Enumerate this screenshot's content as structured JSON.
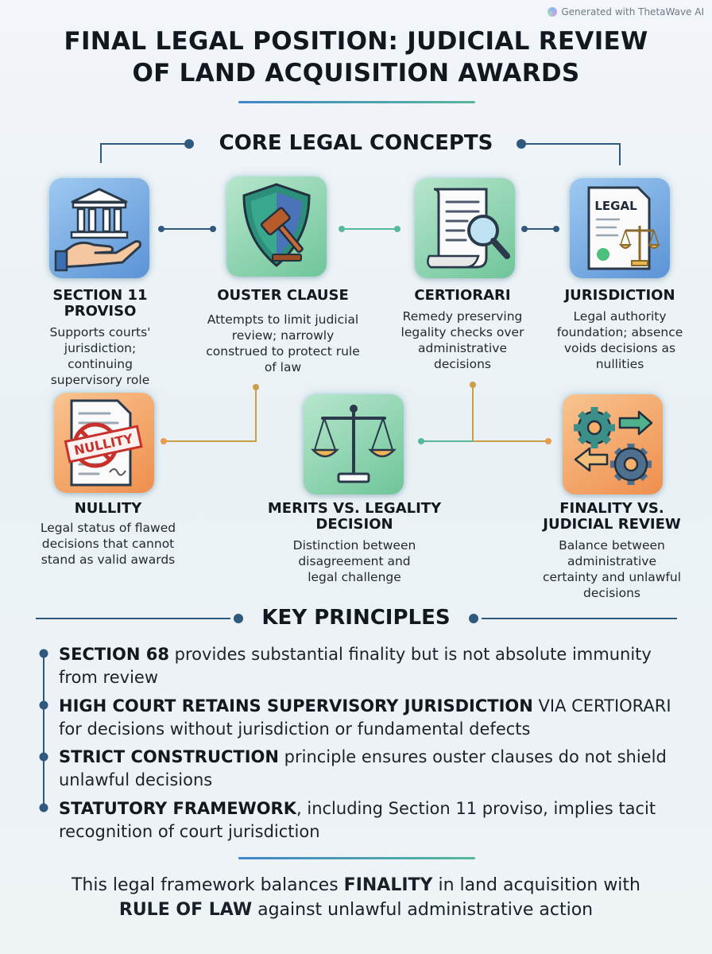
{
  "watermark": "Generated with ThetaWave AI",
  "title": {
    "line1": "FINAL LEGAL POSITION: JUDICIAL REVIEW",
    "line2": "OF LAND ACQUISITION AWARDS"
  },
  "core_heading": "CORE LEGAL CONCEPTS",
  "concepts": [
    {
      "title": "SECTION 11 PROVISO",
      "desc": "Supports courts' jurisdiction; continuing supervisory role",
      "icon": "bank-hand-icon"
    },
    {
      "title": "OUSTER CLAUSE",
      "desc": "Attempts to limit judicial review; narrowly construed to protect rule of law",
      "icon": "shield-gavel-icon"
    },
    {
      "title": "CERTIORARI",
      "desc": "Remedy preserving legality checks over administrative decisions",
      "icon": "scroll-magnifier-icon"
    },
    {
      "title": "JURISDICTION",
      "desc": "Legal authority foundation; absence voids decisions as nullities",
      "icon": "legal-document-scales-icon",
      "icon_text": "LEGAL"
    },
    {
      "title": "NULLITY",
      "desc": "Legal status of flawed decisions that cannot stand as valid awards",
      "icon": "nullity-stamp-icon",
      "icon_text": "NULLITY"
    },
    {
      "title": "MERITS VS. LEGALITY DECISION",
      "desc": "Distinction between disagreement and legal challenge",
      "icon": "scales-icon"
    },
    {
      "title": "FINALITY VS. JUDICIAL REVIEW",
      "desc": "Balance between administrative certainty and unlawful decisions",
      "icon": "gears-arrows-icon"
    }
  ],
  "principles_heading": "KEY PRINCIPLES",
  "principles": [
    {
      "bold": "SECTION 68",
      "rest": " provides substantial finality but is not absolute immunity from review"
    },
    {
      "bold": "HIGH COURT RETAINS SUPERVISORY JURISDICTION",
      "rest": " VIA CERTIORARI for decisions without jurisdiction or fundamental defects"
    },
    {
      "bold": "STRICT CONSTRUCTION",
      "rest": " principle ensures ouster clauses do not shield unlawful decisions"
    },
    {
      "bold": "STATUTORY FRAMEWORK",
      "rest": ", including Section 11 proviso, implies tacit recognition of court jurisdiction"
    }
  ],
  "closing": {
    "part1": "This legal framework balances ",
    "bold1": "FINALITY",
    "part2": " in land acquisition with",
    "bold2": "RULE OF LAW",
    "part3": " against unlawful administrative action"
  },
  "colors": {
    "blue": "#3f86c9",
    "teal": "#58b79c",
    "orange": "#e89a4f",
    "navy": "#2f5a7d"
  }
}
